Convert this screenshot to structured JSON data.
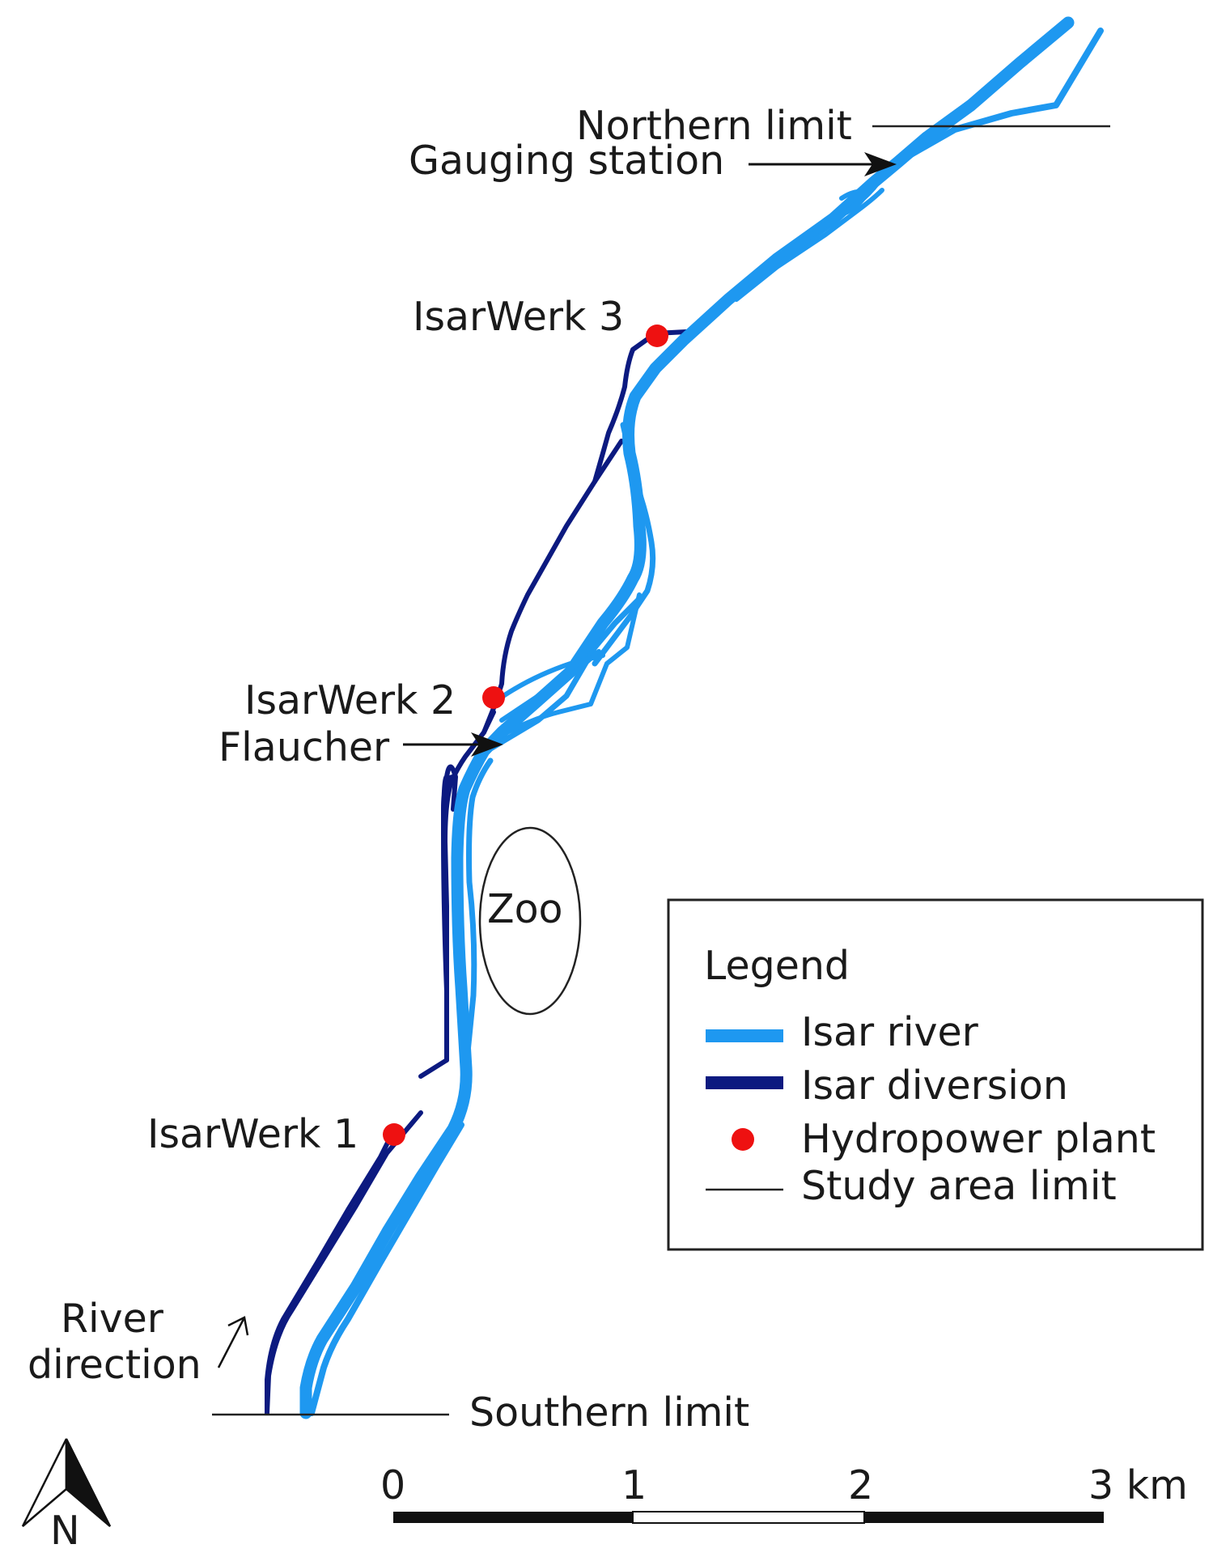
{
  "labels": {
    "northern_limit": "Northern limit",
    "gauging_station": "Gauging station",
    "isarwerk3": "IsarWerk 3",
    "isarwerk2": "IsarWerk 2",
    "flaucher": "Flaucher",
    "zoo": "Zoo",
    "isarwerk1": "IsarWerk 1",
    "river_direction_line1": "River",
    "river_direction_line2": "direction",
    "southern_limit": "Southern limit",
    "north": "N"
  },
  "legend": {
    "title": "Legend",
    "items": [
      {
        "label": "Isar river",
        "color": "#1e98f0",
        "symbol": "thick-line"
      },
      {
        "label": "Isar diversion",
        "color": "#0c1a80",
        "symbol": "thick-line"
      },
      {
        "label": "Hydropower plant",
        "color": "#ee1111",
        "symbol": "dot"
      },
      {
        "label": "Study area limit",
        "color": "#222222",
        "symbol": "thin-line"
      }
    ]
  },
  "scale_bar": {
    "ticks": [
      "0",
      "1",
      "2",
      "3 km"
    ]
  },
  "colors": {
    "isar_river": "#1e98f0",
    "isar_diversion": "#0c1a80",
    "hydropower_plant": "#ee1111"
  }
}
